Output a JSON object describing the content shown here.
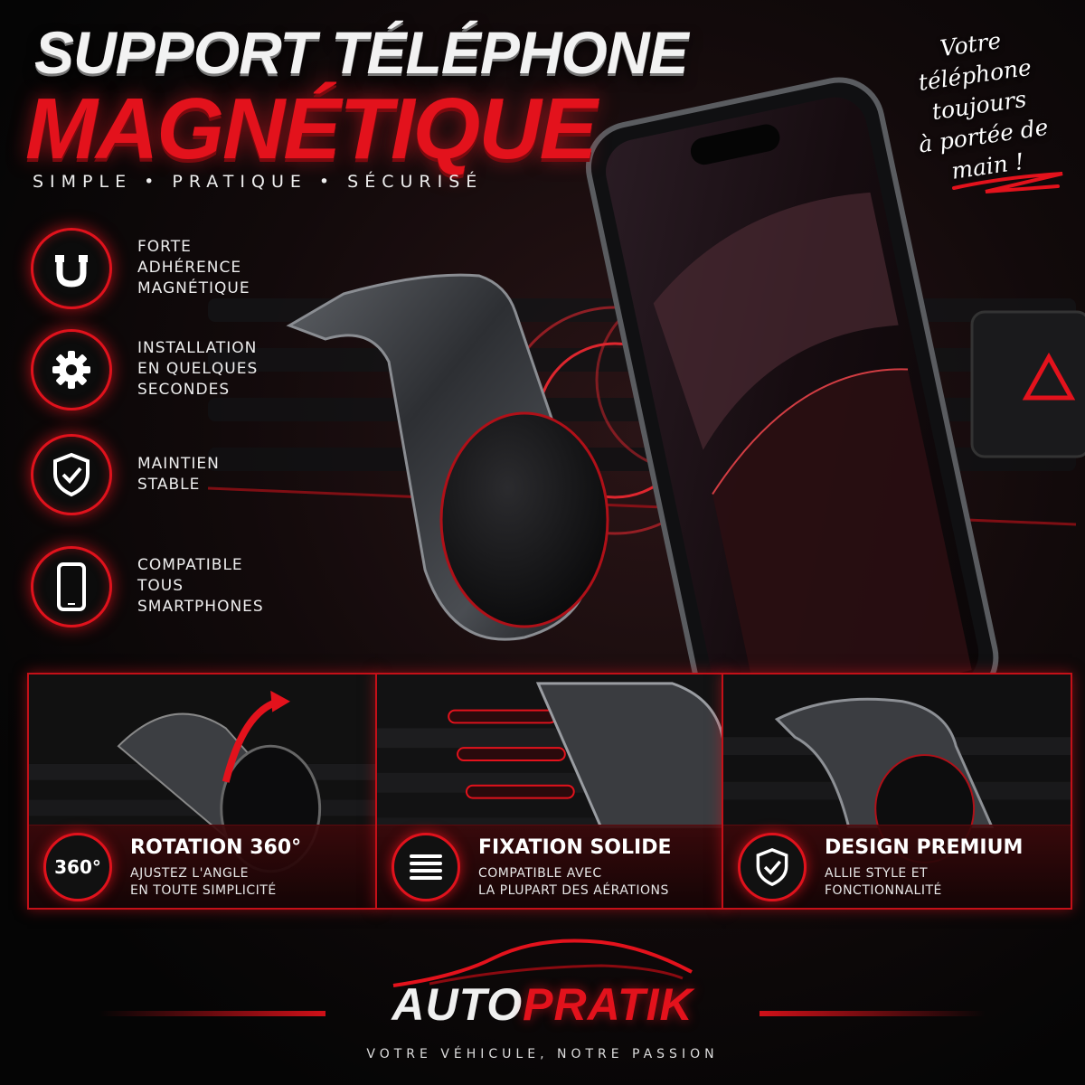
{
  "header": {
    "title_line1": "SUPPORT TÉLÉPHONE",
    "title_line2": "MAGNÉTIQUE",
    "tagline": "SIMPLE • PRATIQUE • SÉCURISÉ"
  },
  "script_note": {
    "lines": [
      "Votre",
      "téléphone",
      "toujours",
      "à portée de main !"
    ]
  },
  "features": [
    {
      "icon": "magnet-icon",
      "lines": [
        "FORTE",
        "ADHÉRENCE",
        "MAGNÉTIQUE"
      ]
    },
    {
      "icon": "gear-icon",
      "lines": [
        "INSTALLATION",
        "EN QUELQUES",
        "SECONDES"
      ]
    },
    {
      "icon": "shield-check-icon",
      "lines": [
        "MAINTIEN",
        "STABLE"
      ]
    },
    {
      "icon": "smartphone-icon",
      "lines": [
        "COMPATIBLE",
        "TOUS",
        "SMARTPHONES"
      ]
    }
  ],
  "cards": [
    {
      "icon": "rotation-360-icon",
      "icon_text": "360°",
      "title": "ROTATION 360°",
      "lines": [
        "AJUSTEZ L'ANGLE",
        "EN TOUTE SIMPLICITÉ"
      ]
    },
    {
      "icon": "vent-lines-icon",
      "title": "FIXATION SOLIDE",
      "lines": [
        "COMPATIBLE AVEC",
        "LA PLUPART DES AÉRATIONS"
      ]
    },
    {
      "icon": "shield-check-icon",
      "title": "DESIGN PREMIUM",
      "lines": [
        "ALLIE STYLE ET",
        "FONCTIONNALITÉ"
      ]
    }
  ],
  "brand": {
    "name_part1": "AUTO",
    "name_part2": "PRATIK",
    "tagline": "VOTRE VÉHICULE, NOTRE PASSION"
  },
  "colors": {
    "accent_red": "#e3121c",
    "background": "#050505",
    "text": "#f0f0f0"
  }
}
